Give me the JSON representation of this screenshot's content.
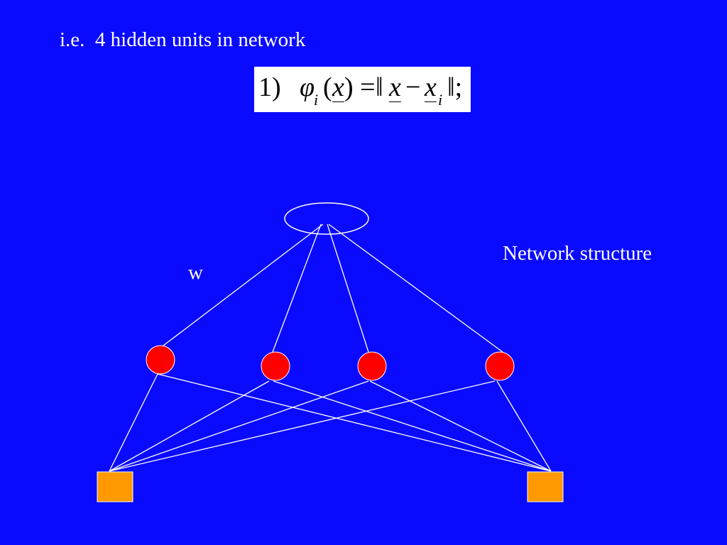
{
  "slide": {
    "heading": "i.e.  4 hidden units in network",
    "caption": "Network structure",
    "weight_label": "w"
  },
  "formula": {
    "number": "1)",
    "phi": "φ",
    "sub_i": "i",
    "open_paren": "(",
    "x": "x",
    "close_eq": ") =",
    "norm_open": "‖",
    "x2": "x",
    "minus": "−",
    "x3": "x",
    "sub_i2": "i",
    "norm_close": "‖;"
  },
  "network": {
    "output_units": 1,
    "hidden_units": 4,
    "input_units": 2
  },
  "colors": {
    "background": "#0a0aff",
    "text": "#ffffff",
    "line": "#ffffff",
    "hidden_unit": "#ff0000",
    "input_unit": "#ff9900",
    "output_unit_stroke": "#ffffff"
  },
  "icons": {
    "output": "ellipse-outline",
    "hidden": "red-circle",
    "input": "orange-square"
  }
}
